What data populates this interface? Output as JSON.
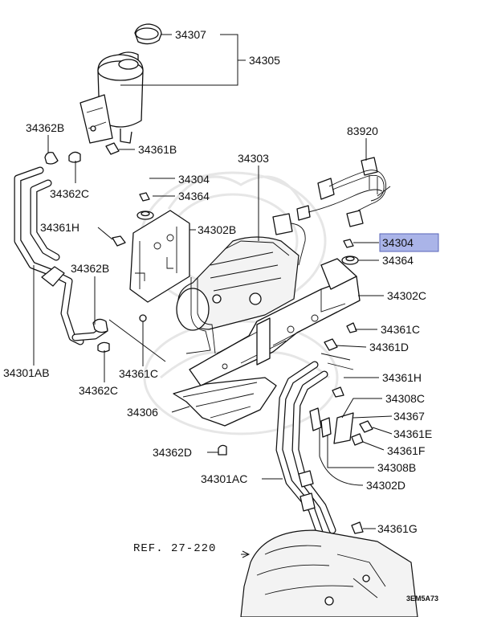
{
  "diagram": {
    "labels": {
      "l34307": "34307",
      "l34305": "34305",
      "l34362B": "34362B",
      "l34361B": "34361B",
      "l34362C_top": "34362C",
      "l83920": "83920",
      "l34303": "34303",
      "l34304_top": "34304",
      "l34364_top": "34364",
      "l34361H_left": "34361H",
      "l34302B": "34302B",
      "l34304_right": "34304",
      "l34364_right": "34364",
      "l34362B_mid": "34362B",
      "l34302C": "34302C",
      "l34361C_right": "34361C",
      "l34361D": "34361D",
      "l34301AB": "34301AB",
      "l34361C_bottom": "34361C",
      "l34362C_bottom": "34362C",
      "l34361H_right": "34361H",
      "l34308C": "34308C",
      "l34306": "34306",
      "l34367": "34367",
      "l34361E": "34361E",
      "l34362D": "34362D",
      "l34361F": "34361F",
      "l34308B": "34308B",
      "l34301AC": "34301AC",
      "l34302D": "34302D",
      "l34361G": "34361G"
    },
    "reference": "REF. 27-220",
    "drawing_code": "3EM5A73",
    "highlight_color": "#aab4e8"
  }
}
